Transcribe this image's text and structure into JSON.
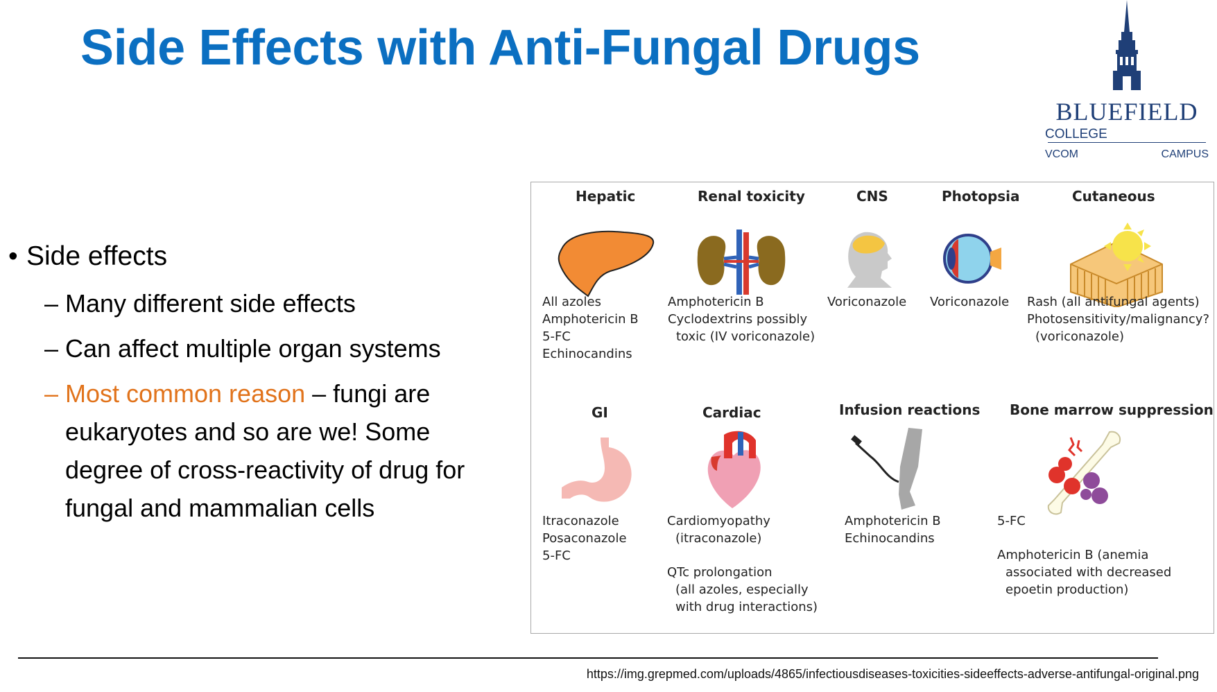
{
  "slide": {
    "title": "Side Effects with Anti-Fungal Drugs",
    "logo": {
      "name": "BLUEFIELD",
      "line2": "COLLEGE",
      "line3": "VCOM CAMPUS"
    },
    "bullets": {
      "level1": "Side effects",
      "items": [
        {
          "text": "Many different side effects"
        },
        {
          "text": "Can affect multiple organ systems"
        },
        {
          "highlight": "Most common reason",
          "text": " – fungi are eukaryotes and so are we! Some degree of cross-reactivity of drug for fungal and mammalian cells"
        }
      ]
    },
    "source_url": "https://img.grepmed.com/uploads/4865/infectiousdiseases-toxicities-sideeffects-adverse-antifungal-original.png",
    "colors": {
      "title": "#0b6fc1",
      "highlight": "#e1731b",
      "logo": "#1f3f77"
    }
  },
  "figure": {
    "panels": [
      {
        "title": "Hepatic",
        "icon": "liver-icon",
        "lines": [
          "All azoles",
          "Amphotericin B",
          "5-FC",
          "Echinocandins"
        ]
      },
      {
        "title": "Renal toxicity",
        "icon": "kidneys-icon",
        "lines": [
          "Amphotericin B",
          "Cyclodextrins possibly",
          "toxic (IV voriconazole)"
        ]
      },
      {
        "title": "CNS",
        "icon": "head-brain-icon",
        "lines": [
          "Voriconazole"
        ]
      },
      {
        "title": "Photopsia",
        "icon": "eye-icon",
        "lines": [
          "Voriconazole"
        ]
      },
      {
        "title": "Cutaneous",
        "icon": "skin-sun-icon",
        "lines": [
          "Rash (all antifungal agents)",
          "Photosensitivity/malignancy?",
          "(voriconazole)"
        ]
      },
      {
        "title": "GI",
        "icon": "stomach-icon",
        "lines": [
          "Itraconazole",
          "Posaconazole",
          "5-FC"
        ]
      },
      {
        "title": "Cardiac",
        "icon": "heart-icon",
        "lines": [
          "Cardiomyopathy",
          "(itraconazole)",
          "QTc prolongation",
          "(all azoles, especially",
          "with drug interactions)"
        ]
      },
      {
        "title": "Infusion reactions",
        "icon": "arm-infusion-icon",
        "lines": [
          "Amphotericin B",
          "Echinocandins"
        ]
      },
      {
        "title": "Bone marrow suppression",
        "icon": "bone-marrow-icon",
        "lines": [
          "5-FC",
          "Amphotericin B (anemia",
          "associated with decreased",
          "epoetin production)"
        ]
      }
    ]
  }
}
